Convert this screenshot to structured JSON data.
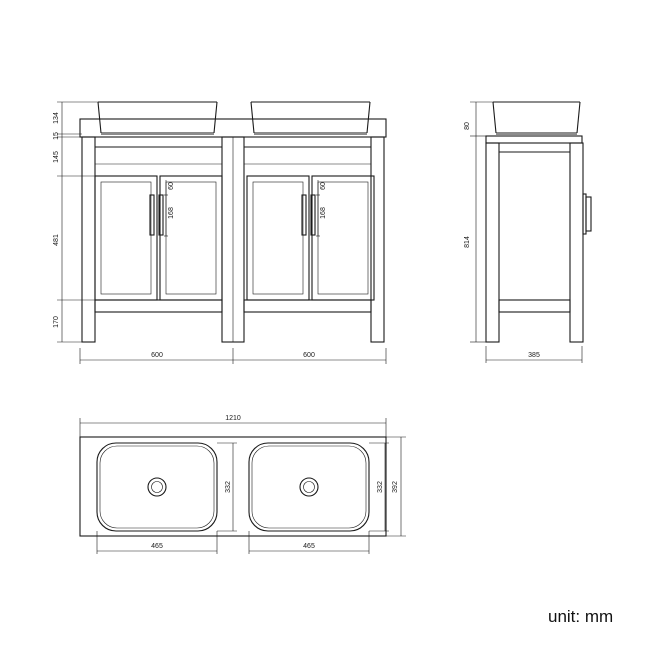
{
  "drawing": {
    "front_view": {
      "basin_height": "134",
      "top_thickness": "15",
      "drawer_band": "145",
      "door_height": "481",
      "leg_height": "170",
      "handle_offset": "60",
      "handle_length": "168",
      "bay_width_left": "600",
      "bay_width_right": "600"
    },
    "side_view": {
      "basin_height": "80",
      "total_height": "814",
      "depth": "385"
    },
    "top_view": {
      "total_width": "1210",
      "basin_depth_left": "332",
      "basin_depth_right": "332",
      "total_depth": "392",
      "basin_width_left": "465",
      "basin_width_right": "465"
    }
  },
  "unit_label": "unit: mm"
}
